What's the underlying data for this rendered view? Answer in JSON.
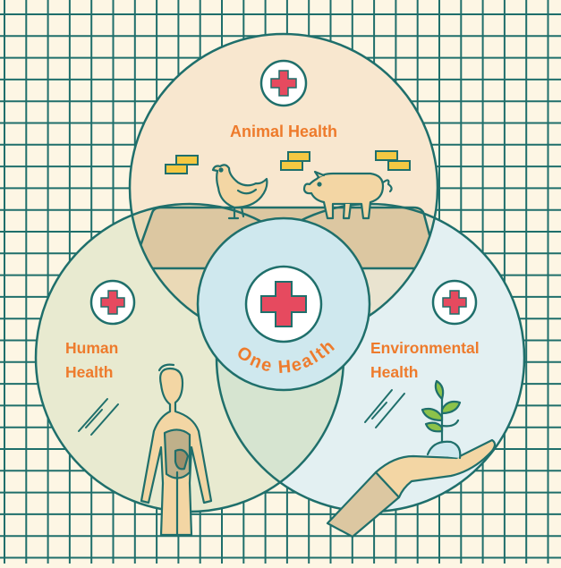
{
  "diagram": {
    "top_label": "Animal Health",
    "left_label_line1": "Human",
    "left_label_line2": "Health",
    "right_label_line1": "Environmental",
    "right_label_line2": "Health",
    "center_label": "One Health"
  },
  "colors": {
    "background": "#fdf6e4",
    "grid": "#1f6f6b",
    "outline": "#1f6f6b",
    "label": "#ee7b2c",
    "cross": "#e64a5f",
    "animal_circle": "#f8e7cf",
    "human_circle": "#e8ead0",
    "environment_circle": "#e3f0f2",
    "center_circle": "#cfe8ee"
  },
  "icons": [
    "medical-cross-icon",
    "chicken-icon",
    "pig-icon",
    "human-body-icon",
    "hand-holding-plant-icon",
    "gold-bar-icon",
    "sparkle-lines-icon"
  ]
}
